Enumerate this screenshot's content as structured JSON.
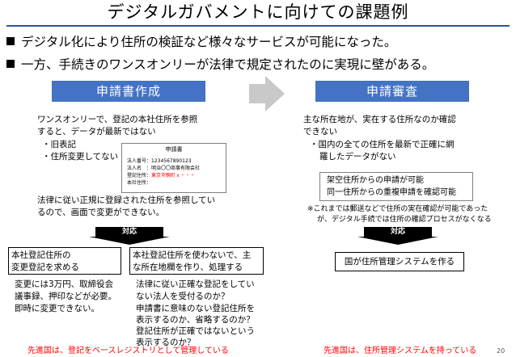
{
  "title": "デジタルガバメントに向けての課題例",
  "bullets": [
    "デジタル化により住所の検証など様々なサービスが可能になった。",
    "一方、手続きのワンスオンリーが法律で規定されたのに実現に壁がある。"
  ],
  "left_header": "申請書作成",
  "right_header": "申請審査",
  "left_body": {
    "line1": "ワンスオンリーで、登記の本社住所を参照",
    "line2": "すると、データが最新ではない",
    "item1": "・旧表記",
    "item2": "・住所変更してない",
    "law1": "法律に従い正規に登録された住所を参照してい",
    "law2": "るので、画面で変更ができない。"
  },
  "doc": {
    "title": "申請書",
    "l1": "法人番号：1234567890123",
    "l2": "法人名　：明治〇〇商事有限会社",
    "l3_label": "登記住所：",
    "l3_value": "東京市麹町ｘ・・・",
    "l4": "本社住所："
  },
  "right_body": {
    "line1": "主な所在地が、実在する住所なのか確認",
    "line2": "できない",
    "item1": "・国内の全ての住所を最新で正確に網",
    "item2": "羅したデータがない",
    "box1": "架空住所からの申請が可能",
    "box2": "同一住所からの重複申請を確認可能",
    "note1": "※これまでは郵送などで住所の実在確認が可能であった",
    "note2": "が、デジタル手続では住所の確認プロセスがなくなる"
  },
  "taiou_left": "対応",
  "taiou_right": "対応",
  "box_a": {
    "l1": "本社登記住所の",
    "l2": "変更登記を求める"
  },
  "box_b": {
    "l1": "本社登記住所を使わないで、主",
    "l2": "な所在地欄を作り、処理する"
  },
  "box_c": {
    "l1": "国が住所管理システムを作る"
  },
  "under_a": [
    "変更には3万円、取締役会",
    "議事録、押印などが必要。",
    "即時に変更できない。"
  ],
  "under_b": [
    "法律に従い正確な登記をしてい",
    "ない法人を受付るのか？",
    "申請書に意味のない登記住所を",
    "表示するのか、省略するのか？",
    "登記住所が正確ではないという",
    "表示するのか？"
  ],
  "footer_left": "先進国は、登記をベースレジストリとして管理している",
  "footer_right": "先進国は、住所管理システムを持っている",
  "page_number": "20"
}
